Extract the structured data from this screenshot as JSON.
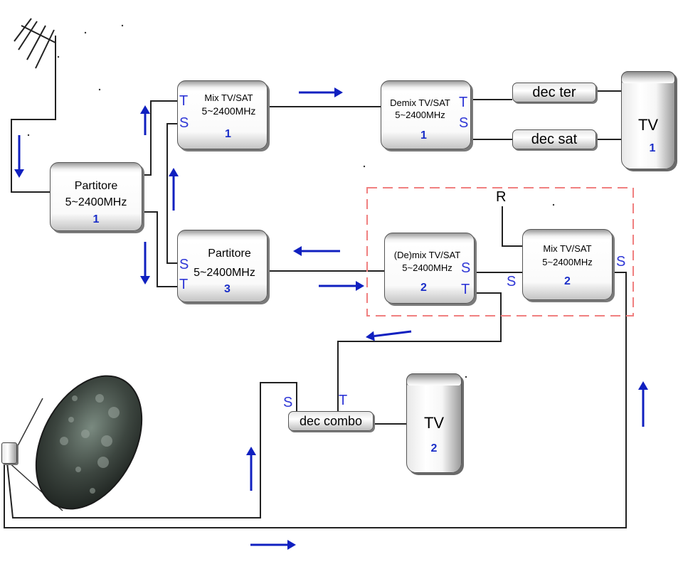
{
  "colors": {
    "wire": "#222222",
    "arrow": "#1020c0",
    "port_label": "#2f37d6",
    "unit_number": "#1a2ec8",
    "highlight_frame": "#f08080"
  },
  "icons": {
    "antenna": "terrestrial-antenna-icon",
    "dish": "satellite-dish-icon",
    "lnb": "lnb-icon"
  },
  "blocks": {
    "partitore1": {
      "line1": "Partitore",
      "line2": "5~2400MHz",
      "number": "1"
    },
    "mix1": {
      "line1": "Mix TV/SAT",
      "line2": "5~2400MHz",
      "number": "1"
    },
    "demix1": {
      "line1": "Demix TV/SAT",
      "line2": "5~2400MHz",
      "number": "1"
    },
    "partitore3": {
      "line1": "Partitore",
      "line2": "5~2400MHz",
      "number": "3"
    },
    "demix2": {
      "line1": "(De)mix TV/SAT",
      "line2": "5~2400MHz",
      "number": "2"
    },
    "mix2": {
      "line1": "Mix TV/SAT",
      "line2": "5~2400MHz",
      "number": "2"
    }
  },
  "decoders": {
    "dec_ter": "dec ter",
    "dec_sat": "dec sat",
    "dec_combo": "dec combo"
  },
  "tvs": {
    "tv1": {
      "label": "TV",
      "number": "1"
    },
    "tv2": {
      "label": "TV",
      "number": "2"
    }
  },
  "ports": {
    "t": "T",
    "s": "S",
    "r": "R"
  }
}
